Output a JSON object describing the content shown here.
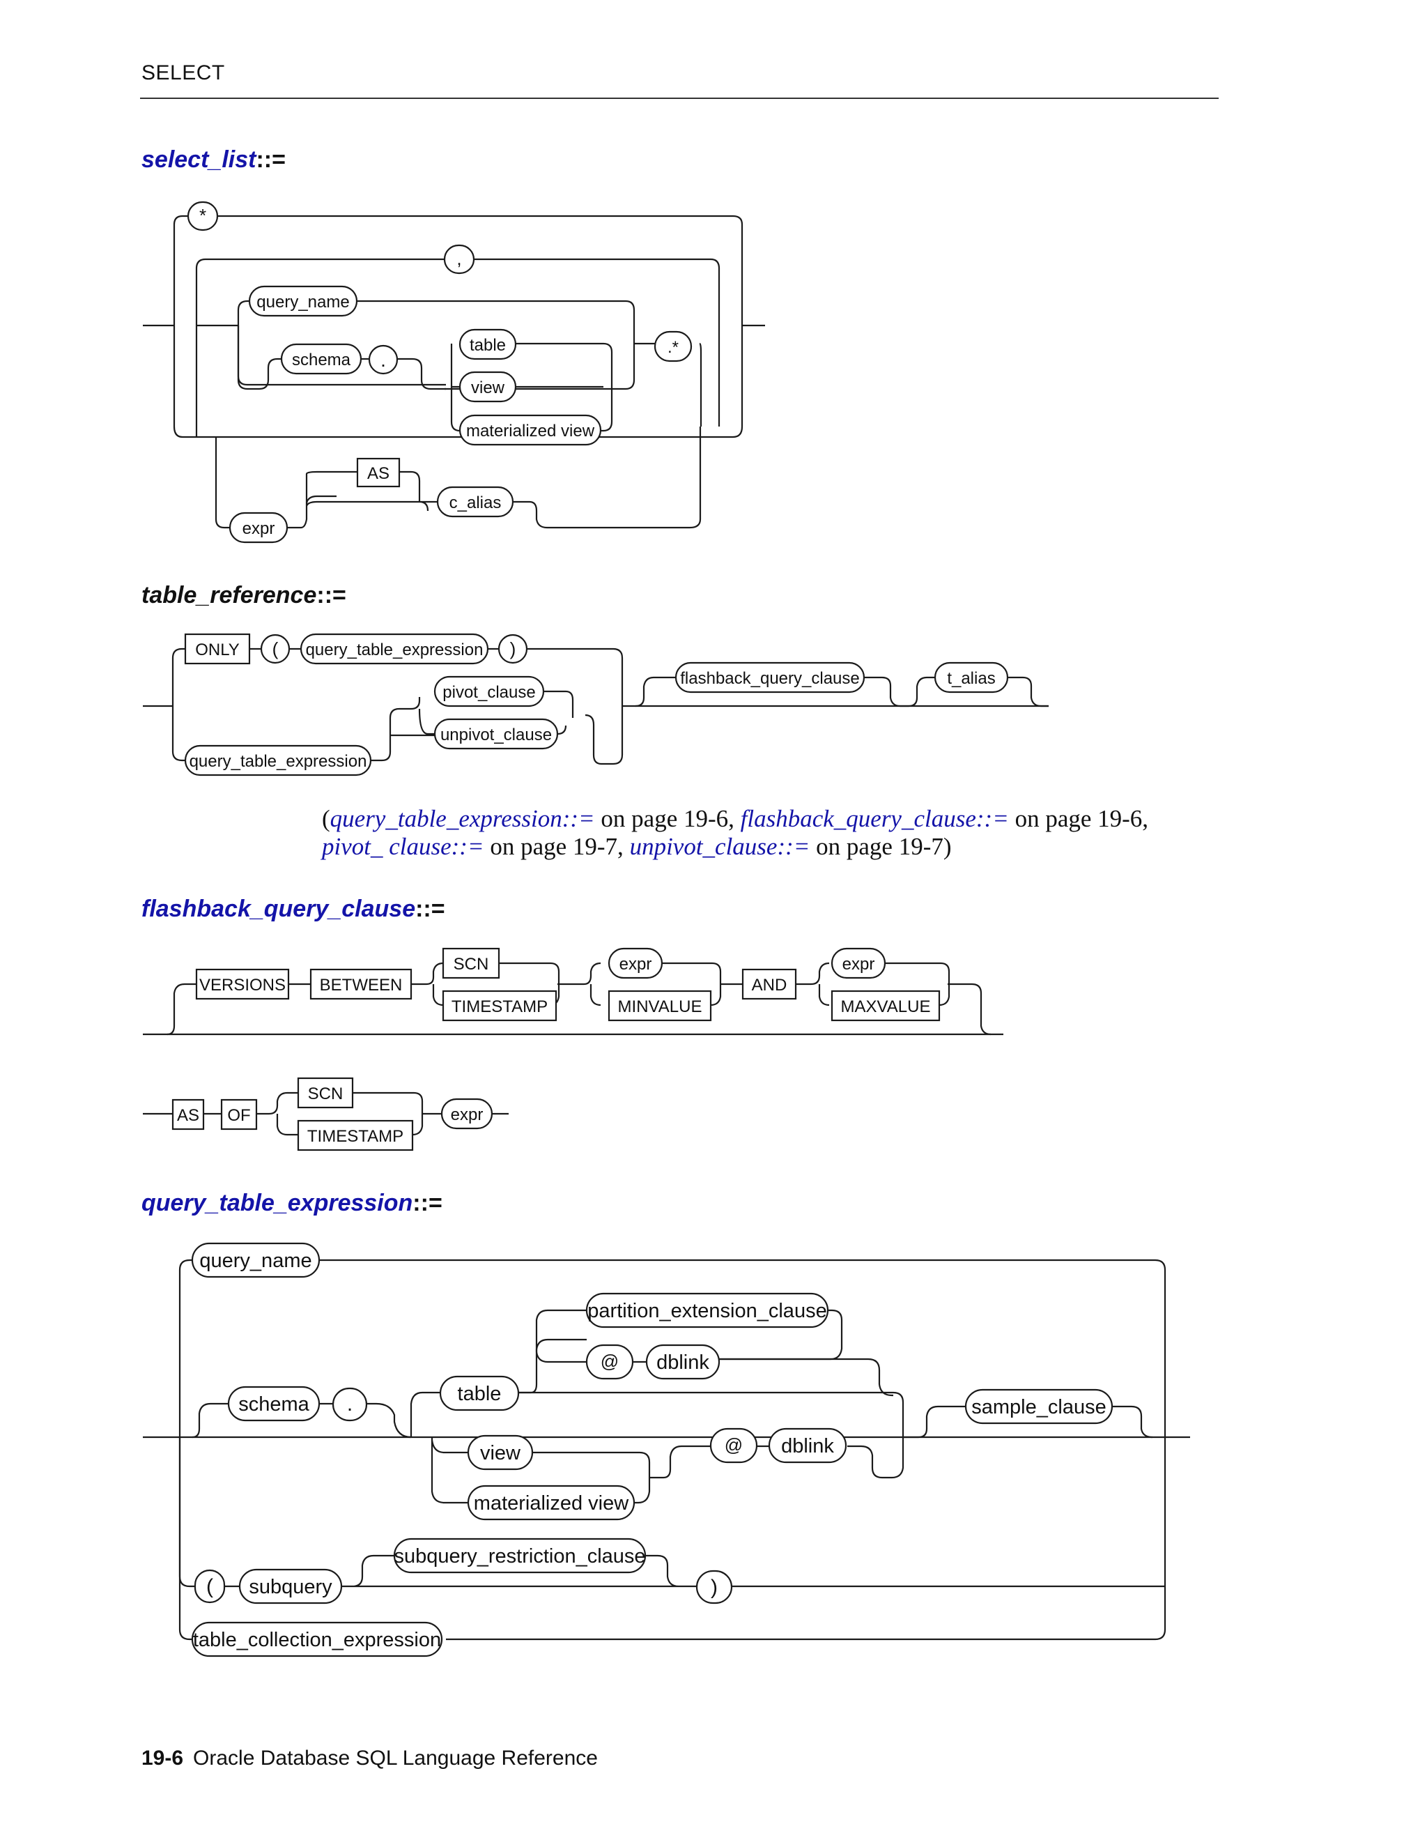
{
  "header": {
    "title": "SELECT"
  },
  "sections": {
    "select_list": {
      "name": "select_list",
      "op": "::="
    },
    "table_reference": {
      "name": "table_reference",
      "op": "::="
    },
    "flashback_query_clause": {
      "name": "flashback_query_clause",
      "op": "::="
    },
    "query_table_expression": {
      "name": "query_table_expression",
      "op": "::="
    }
  },
  "diagrams": {
    "select_list": [
      "*",
      ",",
      "query_name",
      "schema",
      ".",
      "table",
      "view",
      "materialized view",
      ".*",
      "expr",
      "AS",
      "c_alias"
    ],
    "table_reference": [
      "ONLY",
      "(",
      "query_table_expression",
      ")",
      "pivot_clause",
      "unpivot_clause",
      "query_table_expression",
      "flashback_query_clause",
      "t_alias"
    ],
    "flashback_versions": [
      "VERSIONS",
      "BETWEEN",
      "SCN",
      "TIMESTAMP",
      "expr",
      "MINVALUE",
      "AND",
      "expr",
      "MAXVALUE"
    ],
    "flashback_as_of": [
      "AS",
      "OF",
      "SCN",
      "TIMESTAMP",
      "expr"
    ],
    "query_table_expression": [
      "query_name",
      "partition_extension_clause",
      "@",
      "dblink",
      "schema",
      ".",
      "table",
      "sample_clause",
      "view",
      "@",
      "dblink",
      "materialized view",
      "subquery_restriction_clause",
      "(",
      "subquery",
      ")",
      "table_collection_expression"
    ]
  },
  "cross_refs": {
    "open": "(",
    "r1_link": "query_table_expression::=",
    "r1_text": " on page 19-6, ",
    "r2_link": "flashback_query_clause::=",
    "r2_text": " on page 19-6, ",
    "r3_link": "pivot_ clause::=",
    "r3_text": " on page 19-7, ",
    "r4_link": "unpivot_clause::=",
    "r4_text": " on page 19-7)"
  },
  "footer": {
    "page": "19-6",
    "title": "Oracle Database SQL Language Reference"
  },
  "colors": {
    "link": "#1414a8",
    "text": "#111111"
  }
}
